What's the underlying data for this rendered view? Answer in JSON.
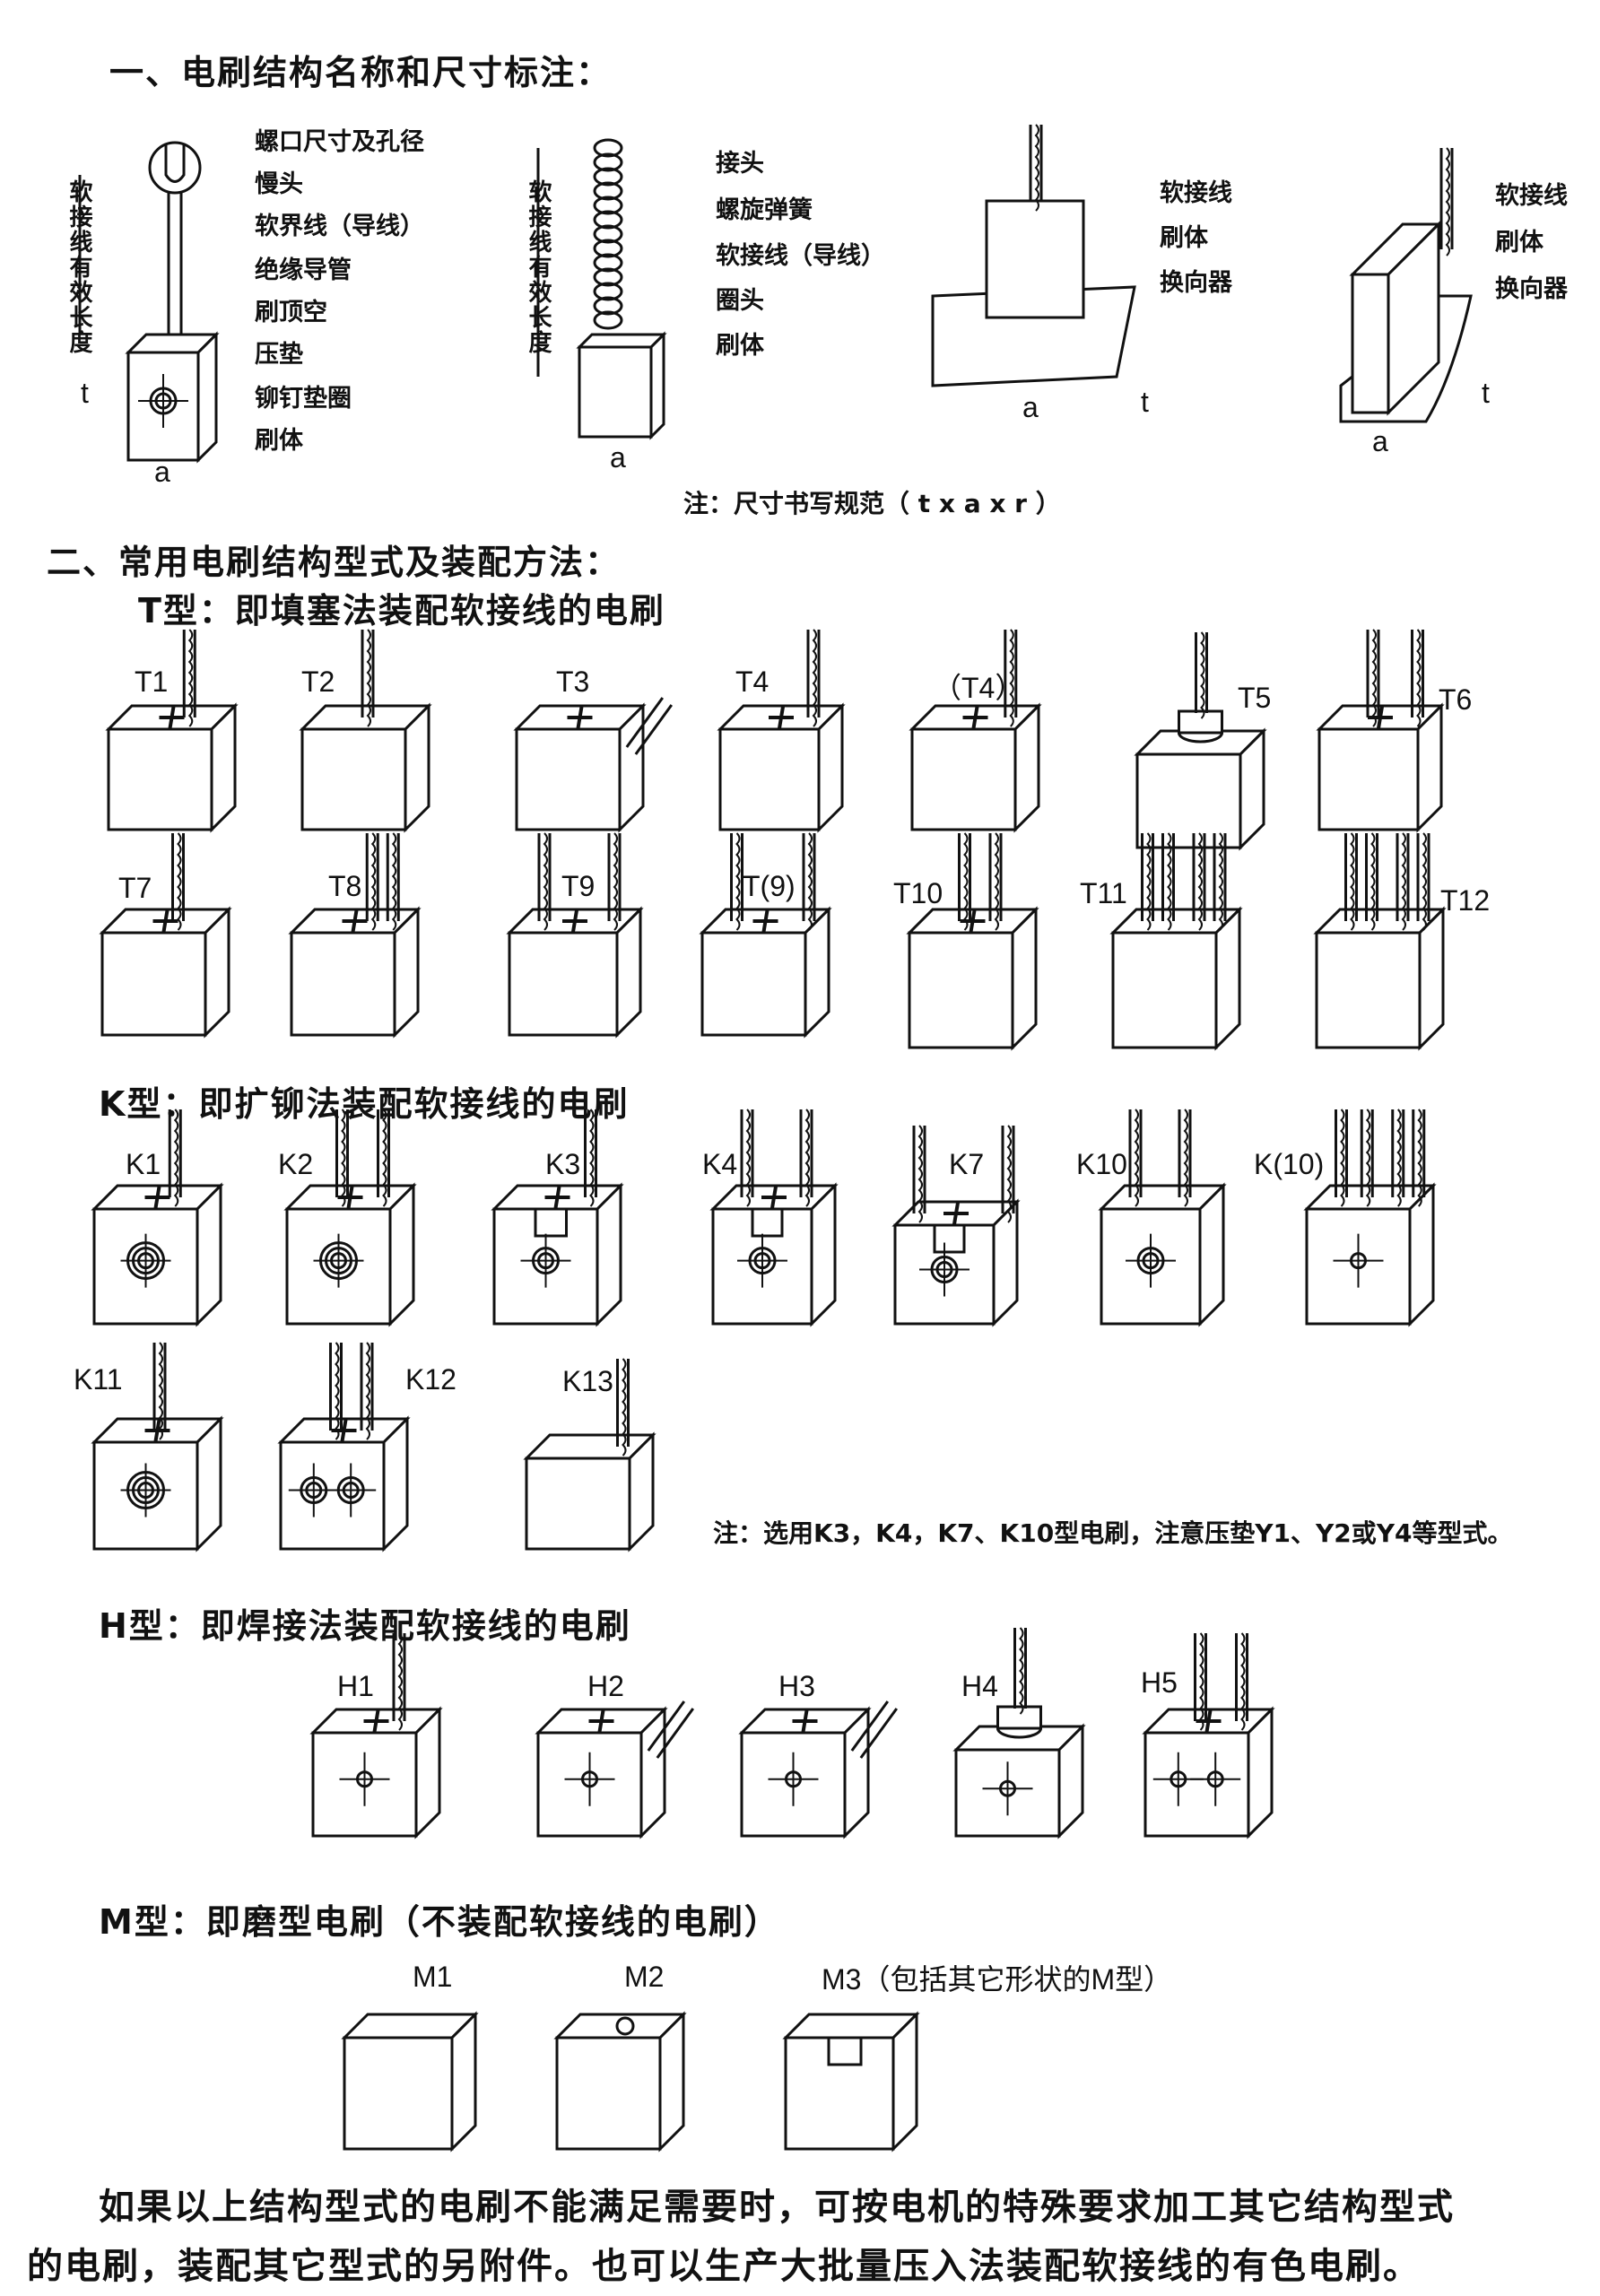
{
  "section1": {
    "title": "一、电刷结构名称和尺寸标注：",
    "diagram1": {
      "labels": [
        "螺口尺寸及孔径",
        "慢头",
        "软界线（导线）",
        "绝缘导管",
        "刷顶空",
        "压垫",
        "铆钉垫圈",
        "刷体"
      ],
      "vertical": "软接线有效长度",
      "dim_t": "t",
      "dim_a": "a"
    },
    "diagram2": {
      "labels": [
        "接头",
        "螺旋弹簧",
        "软接线（导线）",
        "圈头",
        "刷体"
      ],
      "vertical": "软接线有效长度",
      "dim_a": "a"
    },
    "diagram3": {
      "labels": [
        "软接线",
        "刷体",
        "换向器"
      ],
      "dim_a": "a",
      "dim_t": "t"
    },
    "diagram4": {
      "labels": [
        "软接线",
        "刷体",
        "换向器"
      ],
      "dim_a": "a",
      "dim_t": "t"
    },
    "note": "注：尺寸书写规范（ t x a x r ）"
  },
  "section2": {
    "title": "二、常用电刷结构型式及装配方法：",
    "t_type": {
      "heading": "T型：即填塞法装配软接线的电刷",
      "items": [
        "T1",
        "T2",
        "T3",
        "T4",
        "（T4）",
        "T5",
        "T6",
        "T7",
        "T8",
        "T9",
        "T(9)",
        "T10",
        "T11",
        "T12"
      ]
    },
    "k_type": {
      "heading": "K型：即扩铆法装配软接线的电刷",
      "items": [
        "K1",
        "K2",
        "K3",
        "K4",
        "K7",
        "K10",
        "K(10)",
        "K11",
        "K12",
        "K13"
      ],
      "note": "注：选用K3，K4，K7、K10型电刷，注意压垫Y1、Y2或Y4等型式。"
    },
    "h_type": {
      "heading": "H型：即焊接法装配软接线的电刷",
      "items": [
        "H1",
        "H2",
        "H3",
        "H4",
        "H5"
      ]
    },
    "m_type": {
      "heading": "M型：即磨型电刷（不装配软接线的电刷）",
      "items": [
        "M1",
        "M2",
        "M3（包括其它形状的M型）"
      ]
    }
  },
  "footer": {
    "line1": "如果以上结构型式的电刷不能满足需要时，可按电机的特殊要求加工其它结构型式",
    "line2": "的电刷，装配其它型式的另附件。也可以生产大批量压入法装配软接线的有色电刷。"
  }
}
